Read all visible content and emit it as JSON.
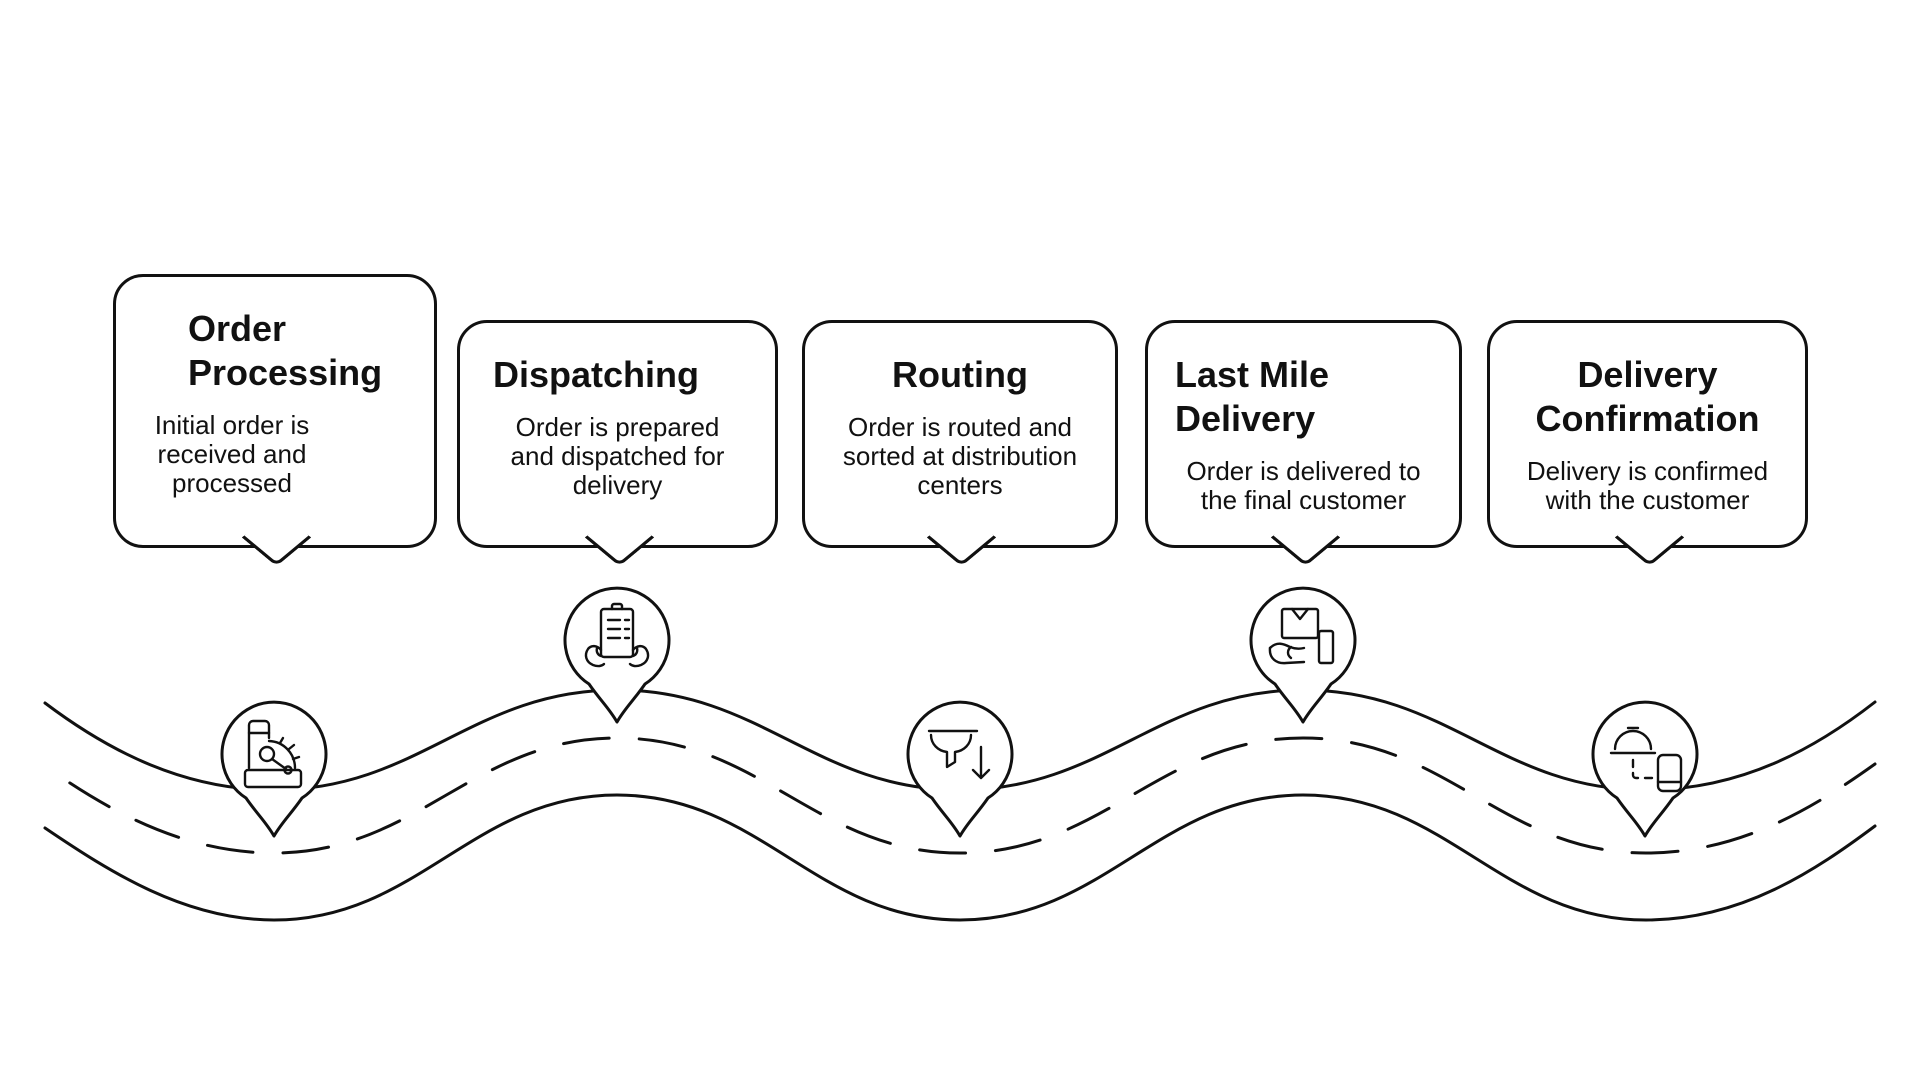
{
  "colors": {
    "background": "#ffffff",
    "line": "#111111",
    "text": "#111111"
  },
  "road": {
    "style": "winding-road",
    "center_line": "dashed"
  },
  "steps": [
    {
      "title_lines": [
        "Order",
        "Processing"
      ],
      "description_lines": [
        "Initial order is",
        "received and",
        "processed"
      ],
      "icon": "cash-register-icon",
      "pin": "valley"
    },
    {
      "title_lines": [
        "Dispatching"
      ],
      "description_lines": [
        "Order is prepared",
        "and dispatched for",
        "delivery"
      ],
      "icon": "hands-holding-order-list-icon",
      "pin": "crest"
    },
    {
      "title_lines": [
        "Routing"
      ],
      "description_lines": [
        "Order is routed and",
        "sorted at distribution",
        "centers"
      ],
      "icon": "funnel-sort-icon",
      "pin": "valley"
    },
    {
      "title_lines": [
        "Last Mile",
        "Delivery"
      ],
      "description_lines": [
        "Order is delivered to",
        "the final customer"
      ],
      "icon": "hand-holding-package-icon",
      "pin": "crest"
    },
    {
      "title_lines": [
        "Delivery",
        "Confirmation"
      ],
      "description_lines": [
        "Delivery is confirmed",
        "with the customer"
      ],
      "icon": "food-cloche-phone-icon",
      "pin": "valley"
    }
  ]
}
